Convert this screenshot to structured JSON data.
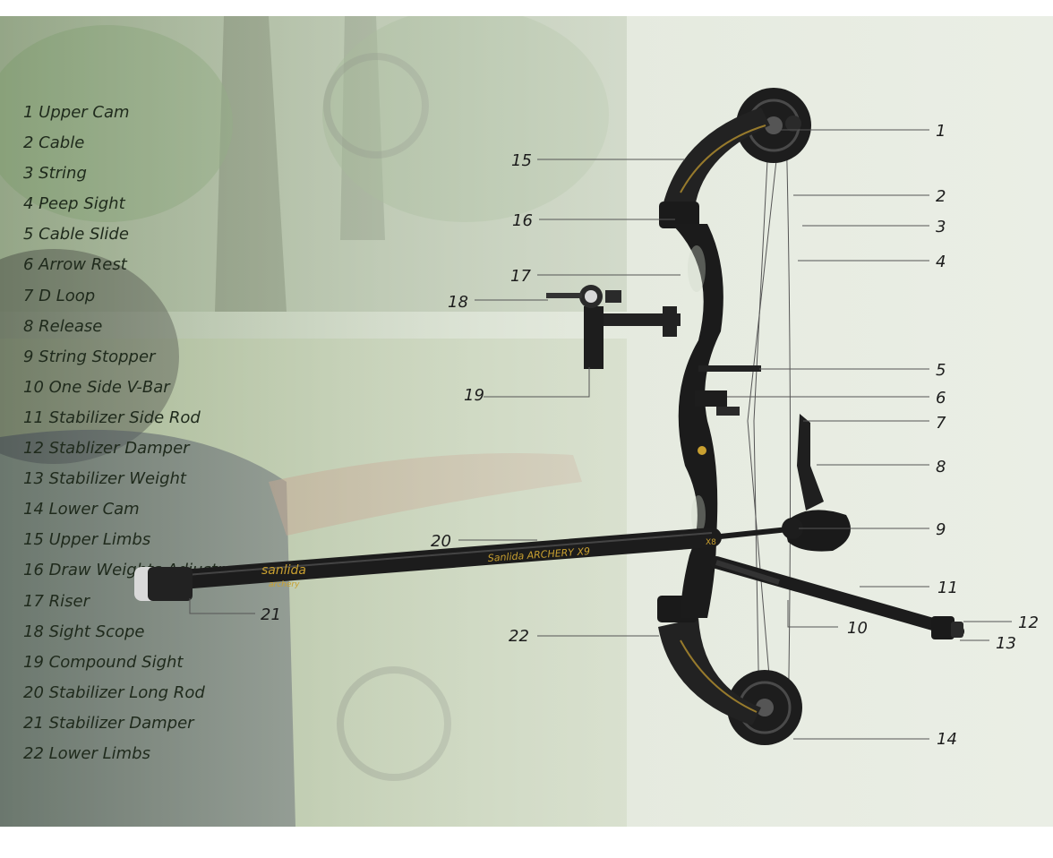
{
  "legend": [
    "1 Upper Cam",
    "2 Cable",
    "3 String",
    "4 Peep Sight",
    "5 Cable Slide",
    "6 Arrow Rest",
    "7 D Loop",
    "8 Release",
    "9 String Stopper",
    "10 One Side V-Bar",
    "11 Stabilizer Side Rod",
    "12 Stablizer Damper",
    "13 Stabilizer Weight",
    "14 Lower Cam",
    "15 Upper Limbs",
    "16 Draw Weights Adjustment Bolt",
    "17 Riser",
    "18 Sight Scope",
    "19 Compound Sight",
    "20 Stabilizer Long Rod",
    "21 Stabilizer Damper",
    "22 Lower Limbs"
  ],
  "callouts": [
    "1",
    "2",
    "3",
    "4",
    "5",
    "6",
    "7",
    "8",
    "9",
    "10",
    "11",
    "12",
    "13",
    "14",
    "15",
    "16",
    "17",
    "18",
    "19",
    "20",
    "21",
    "22"
  ],
  "product_text": {
    "stabilizer_brand": "sanlida",
    "stabilizer_sub": "archery",
    "rod_text": "Sanlida ARCHERY X9",
    "riser_model": "X8"
  },
  "colors": {
    "bow": "#1b1b1b",
    "accent": "#c9a030",
    "background_left": "#9aab8e",
    "background_right": "#eaeee5"
  }
}
